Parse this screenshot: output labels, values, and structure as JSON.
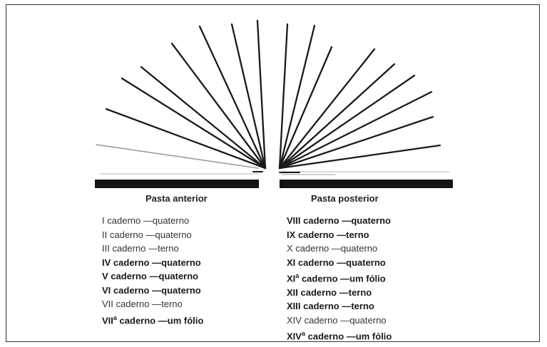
{
  "covers": {
    "front": "Pasta anterior",
    "back": "Pasta posterior"
  },
  "front_quires": [
    {
      "num": "I",
      "sup": "",
      "word": "caderno",
      "dash": "—",
      "type": "quaterno",
      "bold": false
    },
    {
      "num": "II",
      "sup": "",
      "word": "caderno",
      "dash": "—",
      "type": "quaterno",
      "bold": false
    },
    {
      "num": "III",
      "sup": "",
      "word": "caderno",
      "dash": "—",
      "type": "terno",
      "bold": false
    },
    {
      "num": "IV",
      "sup": "",
      "word": "caderno",
      "dash": "—",
      "type": "quaterno",
      "bold": true
    },
    {
      "num": "V",
      "sup": "",
      "word": "caderno",
      "dash": "—",
      "type": "quaterno",
      "bold": true
    },
    {
      "num": "VI",
      "sup": "",
      "word": "caderno",
      "dash": "—",
      "type": "quaterno",
      "bold": true
    },
    {
      "num": "VII",
      "sup": "",
      "word": "caderno",
      "dash": "—",
      "type": "terno",
      "bold": false
    },
    {
      "num": "VII",
      "sup": "a",
      "word": "caderno",
      "dash": "—",
      "type": "um fólio",
      "bold": true
    }
  ],
  "back_quires": [
    {
      "num": "VIII",
      "sup": "",
      "word": "caderno",
      "dash": "—",
      "type": "quaterno",
      "bold": true
    },
    {
      "num": "IX",
      "sup": "",
      "word": "caderno",
      "dash": "—",
      "type": "terno",
      "bold": true
    },
    {
      "num": "X",
      "sup": "",
      "word": "caderno",
      "dash": "—",
      "type": "quaterno",
      "bold": false
    },
    {
      "num": "XI",
      "sup": "",
      "word": "caderno",
      "dash": "—",
      "type": "quaterno",
      "bold": true
    },
    {
      "num": "XI",
      "sup": "a",
      "word": "caderno",
      "dash": "—",
      "type": "um fólio",
      "bold": true
    },
    {
      "num": "XII",
      "sup": "",
      "word": "caderno",
      "dash": "—",
      "type": "terno",
      "bold": true
    },
    {
      "num": "XIII",
      "sup": "",
      "word": "caderno",
      "dash": "—",
      "type": "terno",
      "bold": true
    },
    {
      "num": "XIV",
      "sup": "",
      "word": "caderno",
      "dash": "—",
      "type": "quaterno",
      "bold": false
    },
    {
      "num": "XIV",
      "sup": "a",
      "word": "caderno",
      "dash": "—",
      "type": "um fólio",
      "bold": true
    }
  ],
  "colors": {
    "line": "#1a1a1a",
    "board": "#141414",
    "faint": "#9a9a9a"
  }
}
